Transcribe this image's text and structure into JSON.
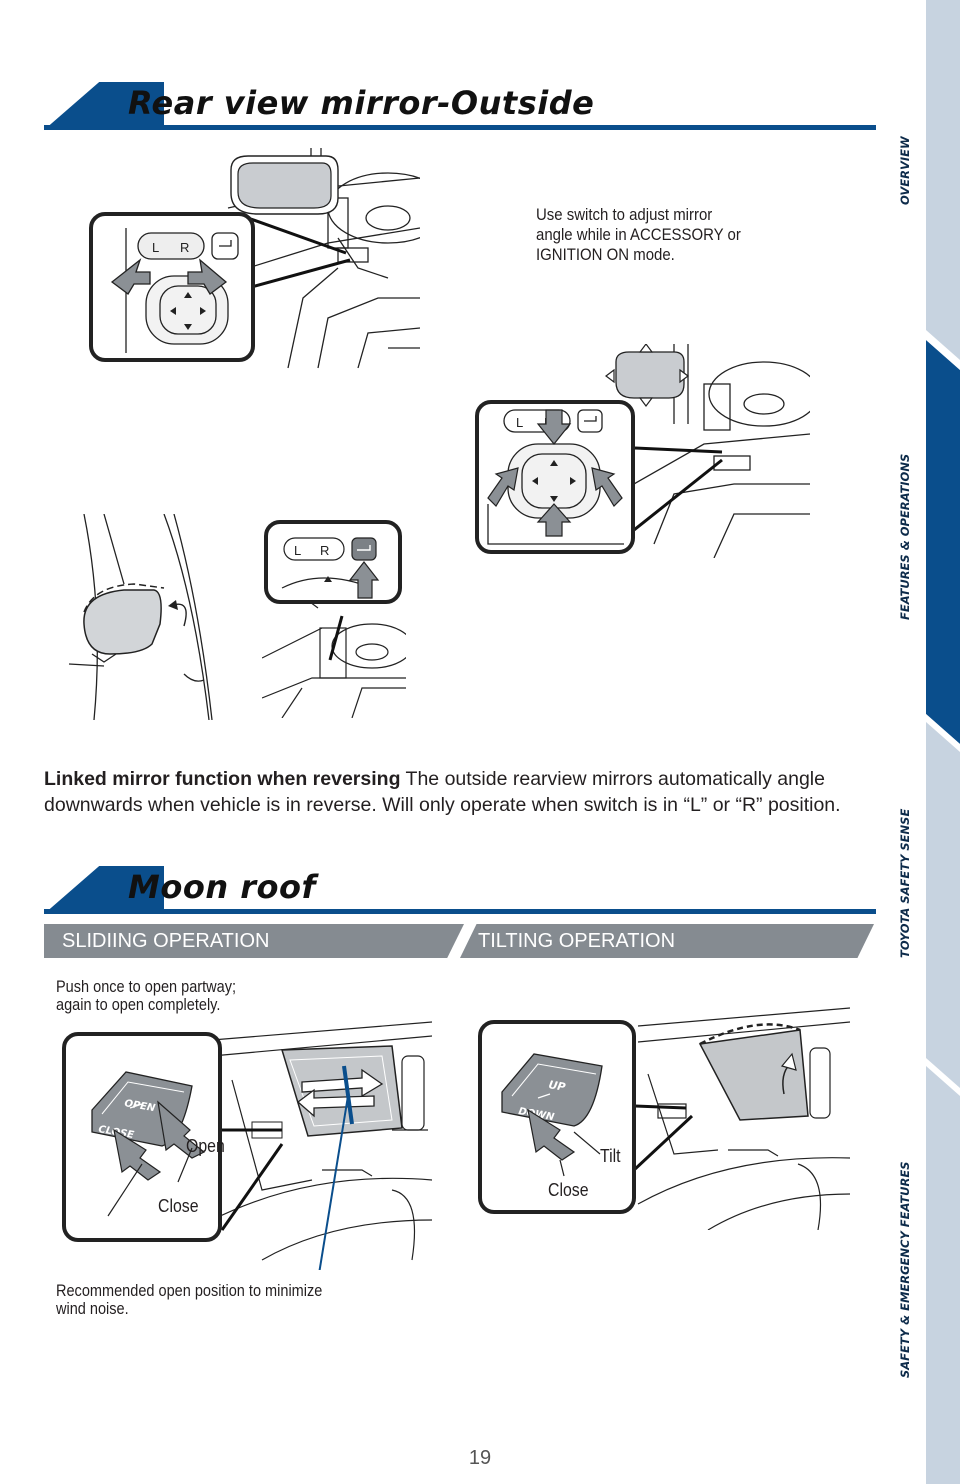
{
  "sections": {
    "mirror_title": "Rear view mirror-Outside",
    "moonroof_title": "Moon roof"
  },
  "mirror": {
    "caption_lines": [
      "Use switch to adjust mirror",
      "angle while in ACCESSORY or",
      "IGNITION ON mode."
    ],
    "switch_l": "L",
    "switch_r": "R",
    "linked_bold": "Linked mirror function when reversing",
    "linked_text": " The outside rearview mirrors automatically angle downwards when vehicle is in reverse. Will only operate when switch is in “L” or “R” position."
  },
  "moonroof": {
    "sliding_header": "SLIDIING OPERATION",
    "tilting_header": "TILTING OPERATION",
    "push_caption_lines": [
      "Push once to open partway;",
      "again to open completely."
    ],
    "open_label": "Open",
    "close_label": "Close",
    "btn_open": "OPEN",
    "btn_close": "CLOSE",
    "recommended_lines": [
      "Recommended open position to minimize",
      "wind noise."
    ],
    "tilt_label": "Tilt",
    "tilt_close_label": "Close",
    "btn_up": "UP",
    "btn_down": "DOWN"
  },
  "sidenav": {
    "items": [
      "OVERVIEW",
      "FEATURES & OPERATIONS",
      "TOYOTA SAFETY SENSE",
      "SAFETY & EMERGENCY FEATURES"
    ],
    "active_index": 1
  },
  "page_number": "19",
  "colors": {
    "brand_blue": "#0a4e8c",
    "nav_light": "#c7d3e0",
    "nav_active": "#0a4e8c",
    "subbar_gray": "#858b91"
  }
}
